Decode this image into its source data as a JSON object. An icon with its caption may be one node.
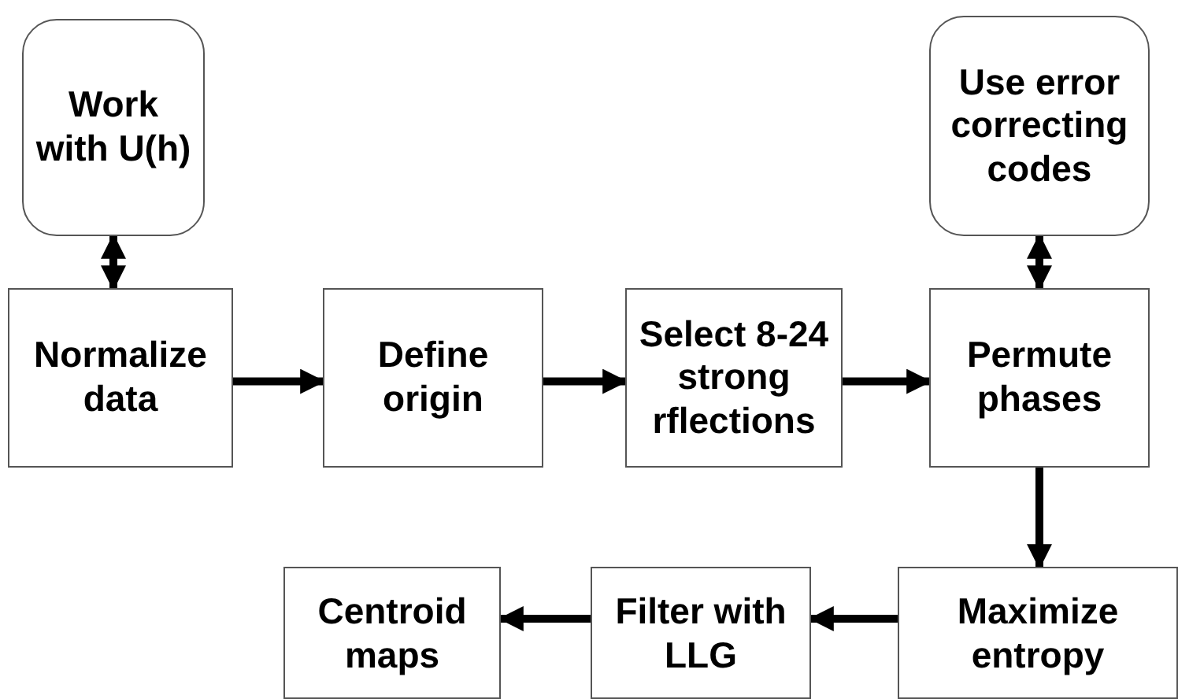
{
  "diagram": {
    "nodes": [
      {
        "text": [
          "Work with U(h)"
        ]
      },
      {
        "text": [
          "Use error correcting codes"
        ]
      },
      {
        "text": [
          "Normalize data"
        ]
      },
      {
        "text": [
          "Define origin"
        ]
      },
      {
        "text": [
          "Select 8-24 strong rflections"
        ]
      },
      {
        "text": [
          "Permute phases"
        ]
      },
      {
        "text": [
          "Centroid maps"
        ]
      },
      {
        "text": [
          "Filter with LLG"
        ]
      },
      {
        "text": [
          "Maximize entropy"
        ]
      }
    ],
    "edges": [
      {
        "from": 0,
        "to": 2,
        "arrow": "both"
      },
      {
        "from": 2,
        "to": 3,
        "arrow": "to"
      },
      {
        "from": 3,
        "to": 4,
        "arrow": "to"
      },
      {
        "from": 4,
        "to": 5,
        "arrow": "to"
      },
      {
        "from": 1,
        "to": 5,
        "arrow": "both"
      },
      {
        "from": 5,
        "to": 8,
        "arrow": "to"
      },
      {
        "from": 8,
        "to": 7,
        "arrow": "to"
      },
      {
        "from": 7,
        "to": 6,
        "arrow": "to"
      }
    ]
  }
}
